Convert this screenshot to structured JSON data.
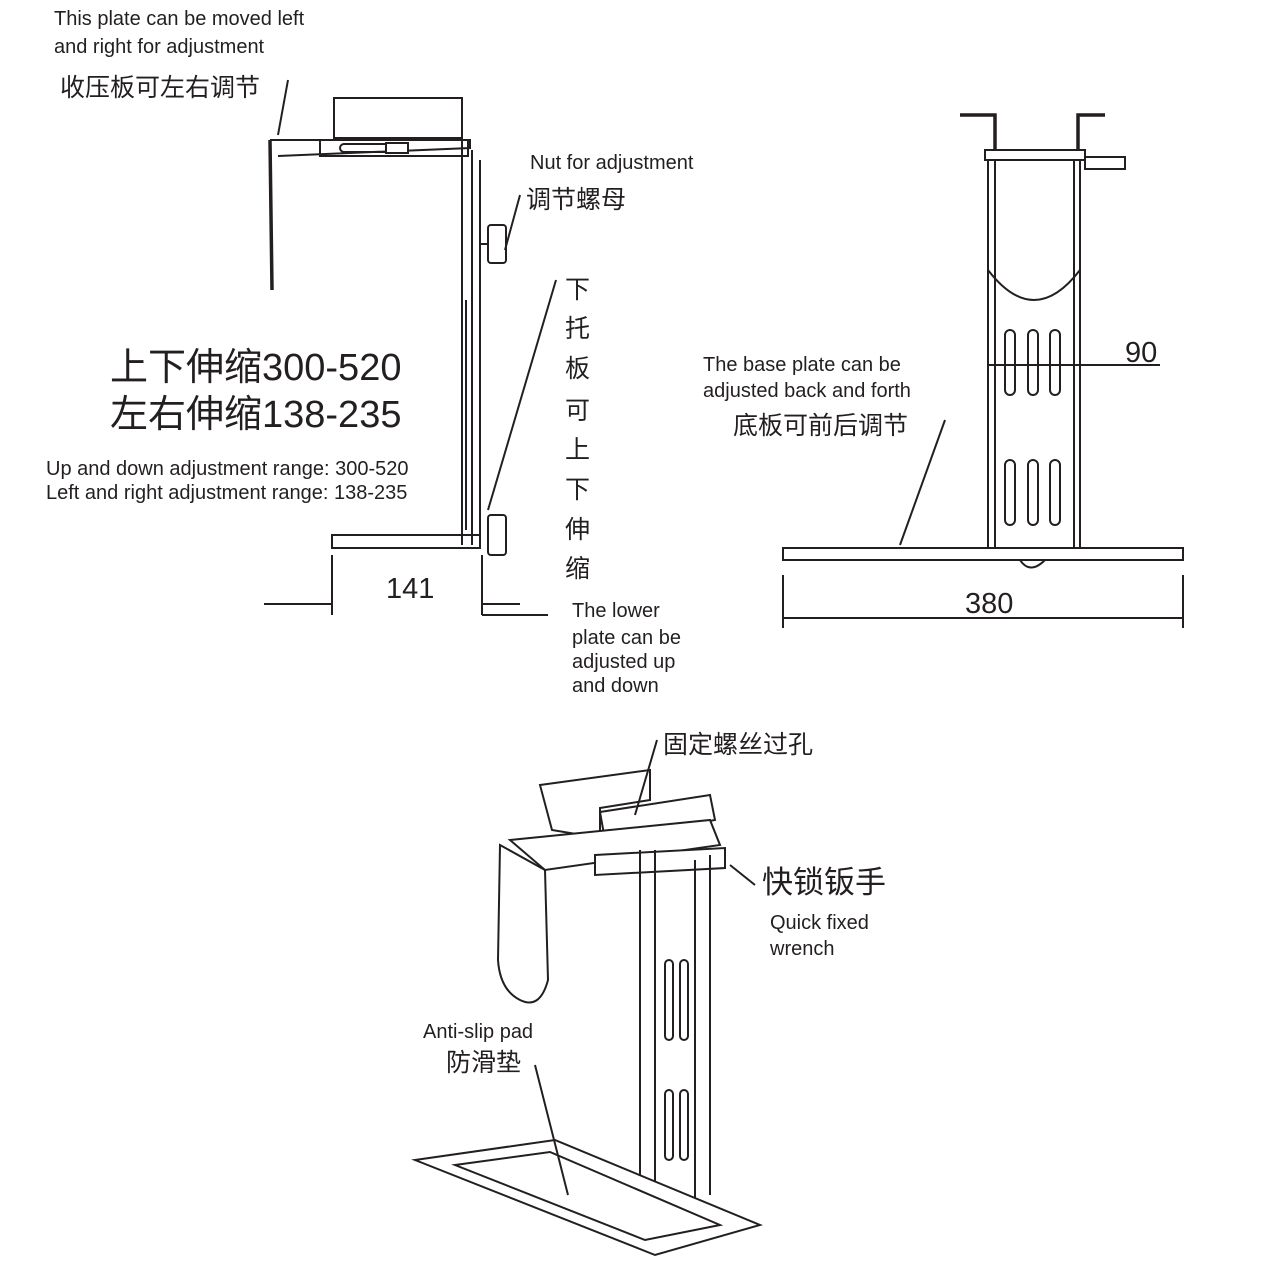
{
  "side_view": {
    "top_plate_en": [
      "This plate can be moved left",
      "and right for adjustment"
    ],
    "top_plate_zh": "收压板可左右调节",
    "nut_en": "Nut for adjustment",
    "nut_zh": "调节螺母",
    "lower_plate_zh_vertical": [
      "下",
      "托",
      "板",
      "可",
      "上",
      "下",
      "伸",
      "缩"
    ],
    "lower_plate_en": [
      "The lower",
      "plate can be",
      "adjusted up",
      "and down"
    ],
    "range_zh": [
      "上下伸缩300-520",
      "左右伸缩138-235"
    ],
    "range_en": [
      "Up and down  adjustment  range: 300-520",
      "Left and right adjustment  range:  138-235"
    ],
    "dim_width": "141"
  },
  "front_view": {
    "base_plate_en": [
      "The base plate can be",
      "adjusted back and forth"
    ],
    "base_plate_zh": "底板可前后调节",
    "dim_width": "90",
    "dim_base": "380"
  },
  "iso_view": {
    "screw_hole_zh": "固定螺丝过孔",
    "wrench_zh": "快锁钣手",
    "wrench_en": [
      "Quick fixed",
      "wrench"
    ],
    "pad_en": "Anti-slip pad",
    "pad_zh": "防滑垫"
  }
}
